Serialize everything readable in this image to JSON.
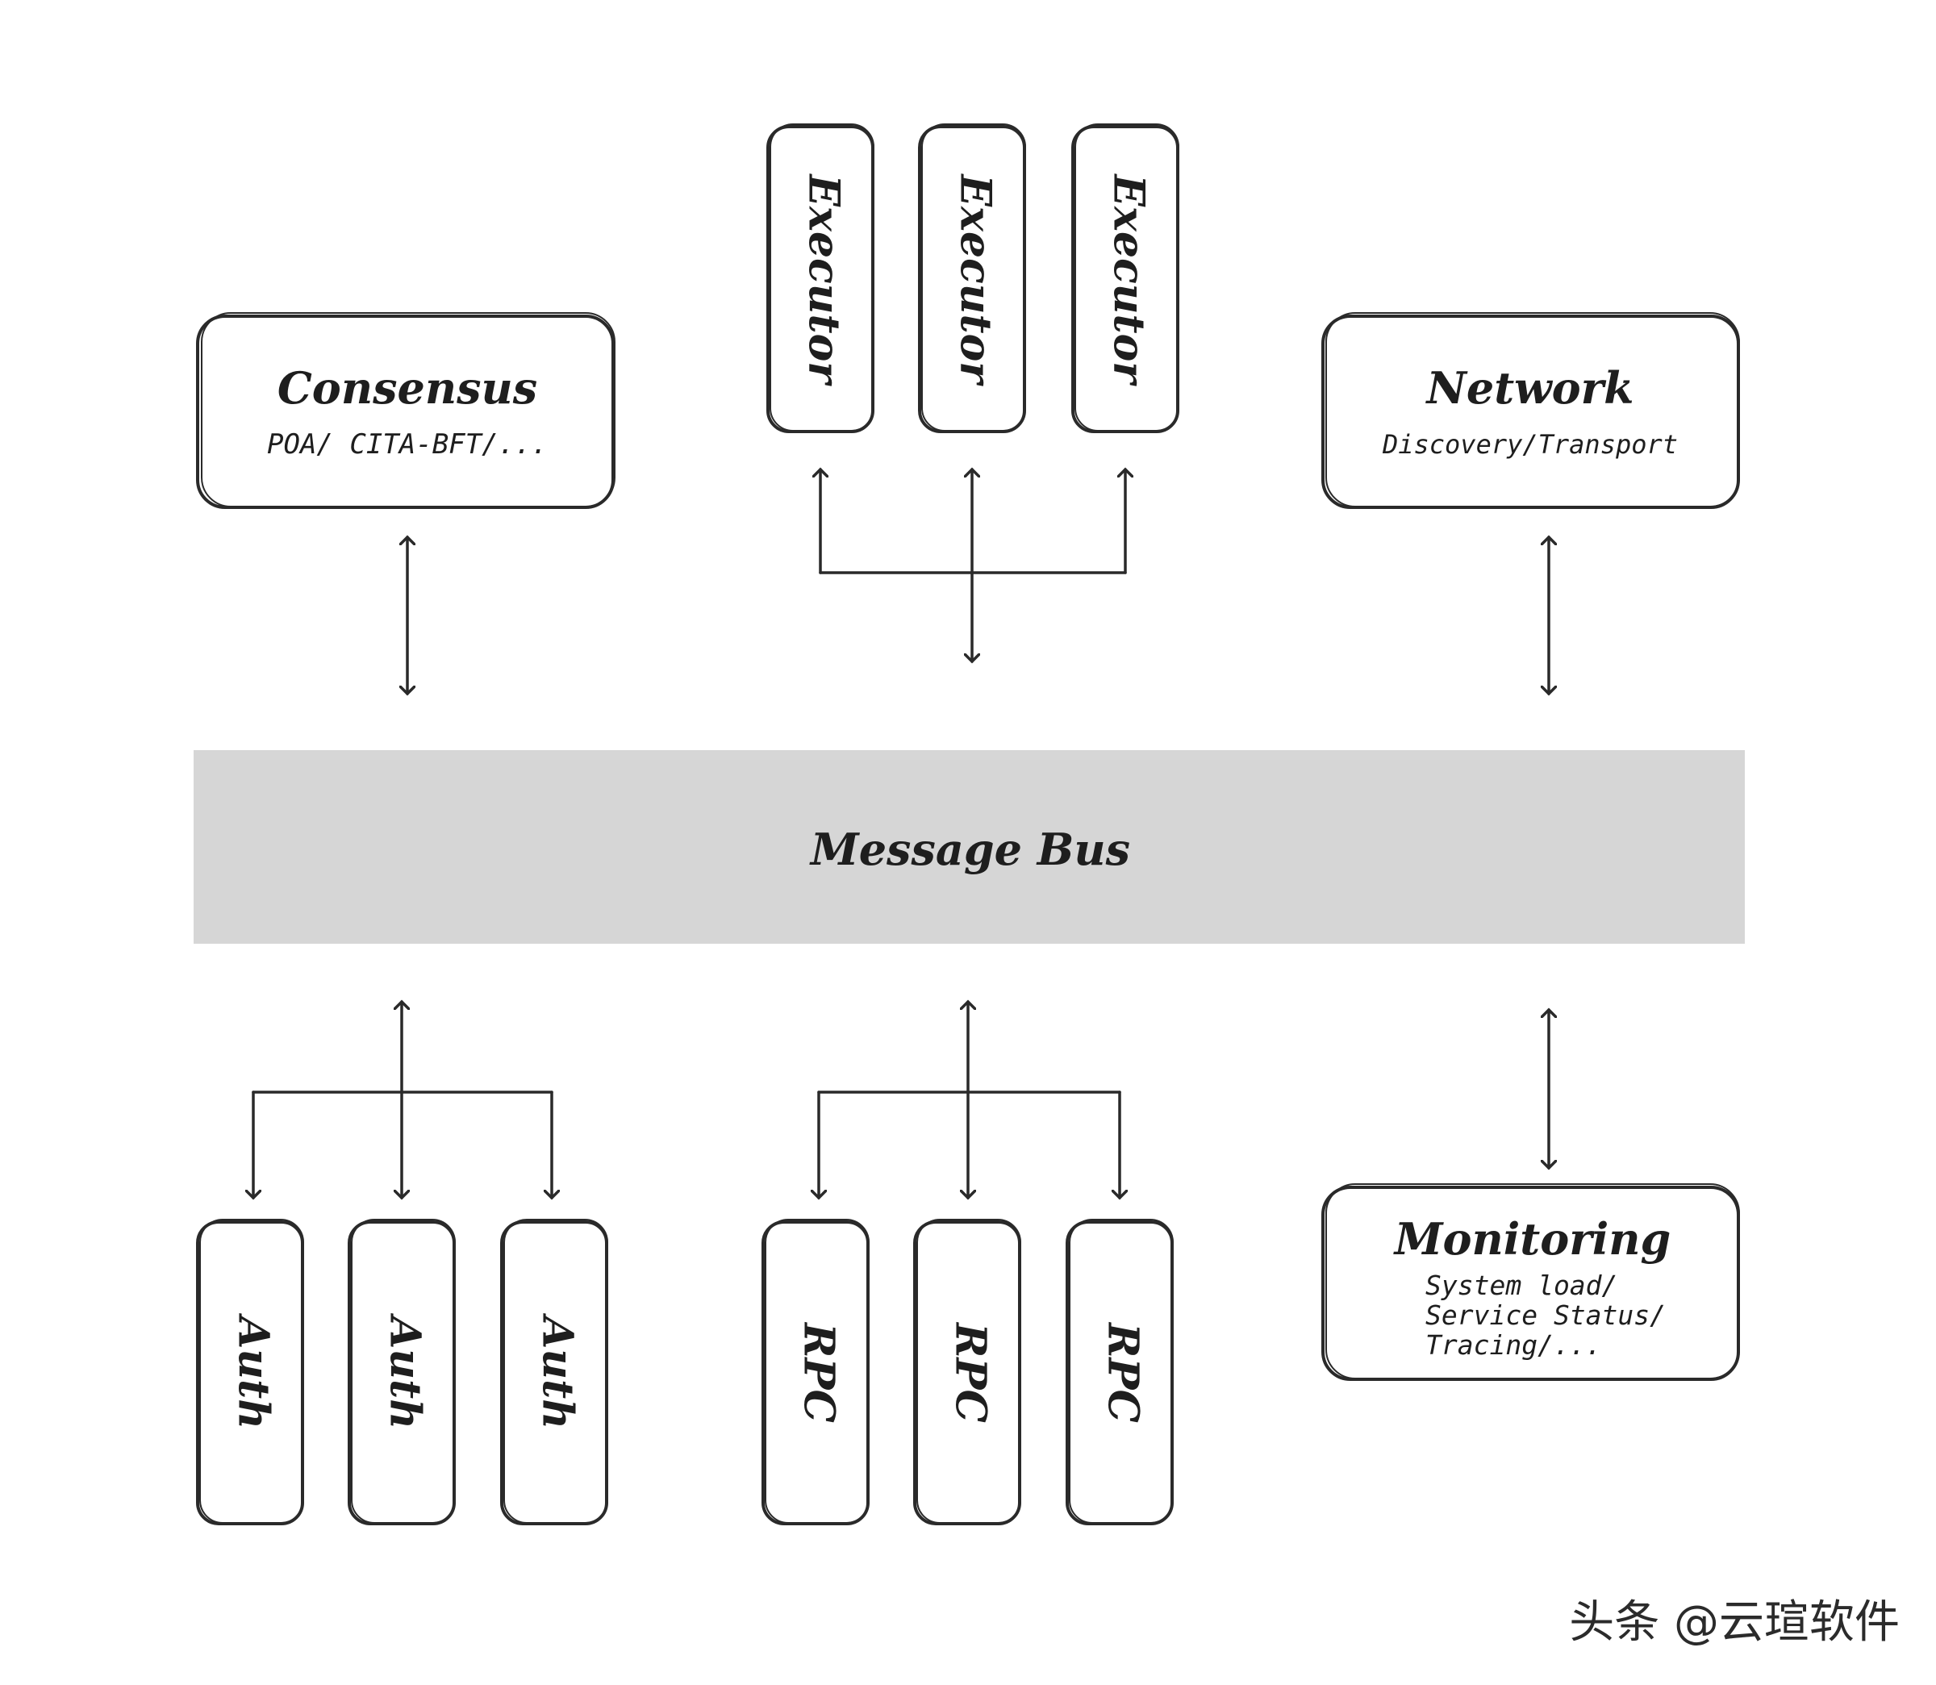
{
  "consensus": {
    "title": "Consensus",
    "subtitle": "POA/ CITA-BFT/..."
  },
  "network": {
    "title": "Network",
    "subtitle": "Discovery/Transport"
  },
  "executors": [
    "Executor",
    "Executor",
    "Executor"
  ],
  "message_bus": {
    "label": "Message Bus",
    "color": "#d6d6d6"
  },
  "auth": [
    "Auth",
    "Auth",
    "Auth"
  ],
  "rpc": [
    "RPC",
    "RPC",
    "RPC"
  ],
  "monitoring": {
    "title": "Monitoring",
    "lines": [
      "System load/",
      "Service Status/",
      "Tracing/..."
    ]
  },
  "watermark": "头条 @云瑄软件"
}
